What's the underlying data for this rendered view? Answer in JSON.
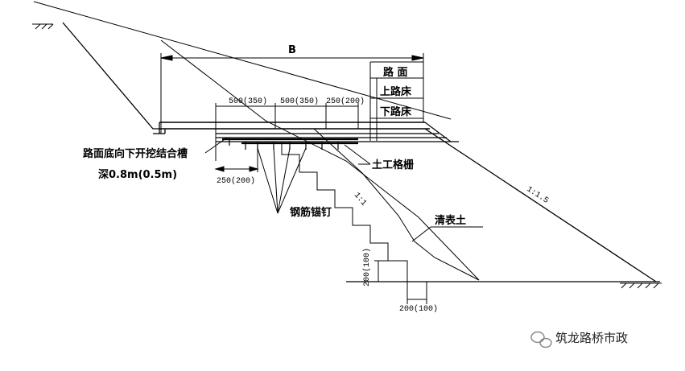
{
  "dimensions": {
    "width_label": "B",
    "seg1": "500(350)",
    "seg2": "500(350)",
    "seg3": "250(200)",
    "lower_offset": "250(200)",
    "step_height": "200(100)",
    "step_width": "200(100)"
  },
  "layers": {
    "title": "路 面",
    "upper": "上路床",
    "lower": "下路床"
  },
  "labels": {
    "trench": "路面底向下开挖结合槽",
    "trench_depth": "深0.8m(0.5m)",
    "geogrid": "土工格栅",
    "anchor": "钢筋锚钉",
    "clear_soil": "清表土",
    "slope_right": "1:1.5",
    "slope_steps": "1:1"
  },
  "watermark": {
    "text": "筑龙路桥市政"
  }
}
